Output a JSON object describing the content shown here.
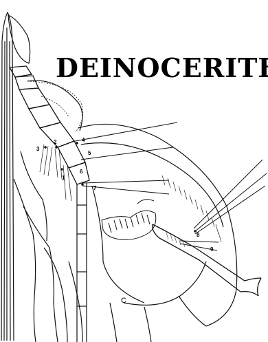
{
  "figure": {
    "title": "DEINOCERITES",
    "ink_color": "#111111",
    "background_color": "#ffffff",
    "labels": {
      "l1": "1",
      "l2": "2",
      "l3": "3",
      "l4": "4",
      "l5": "5",
      "l6": "6",
      "l7": "7",
      "l8": "8",
      "l9": "9",
      "c": "C"
    }
  }
}
